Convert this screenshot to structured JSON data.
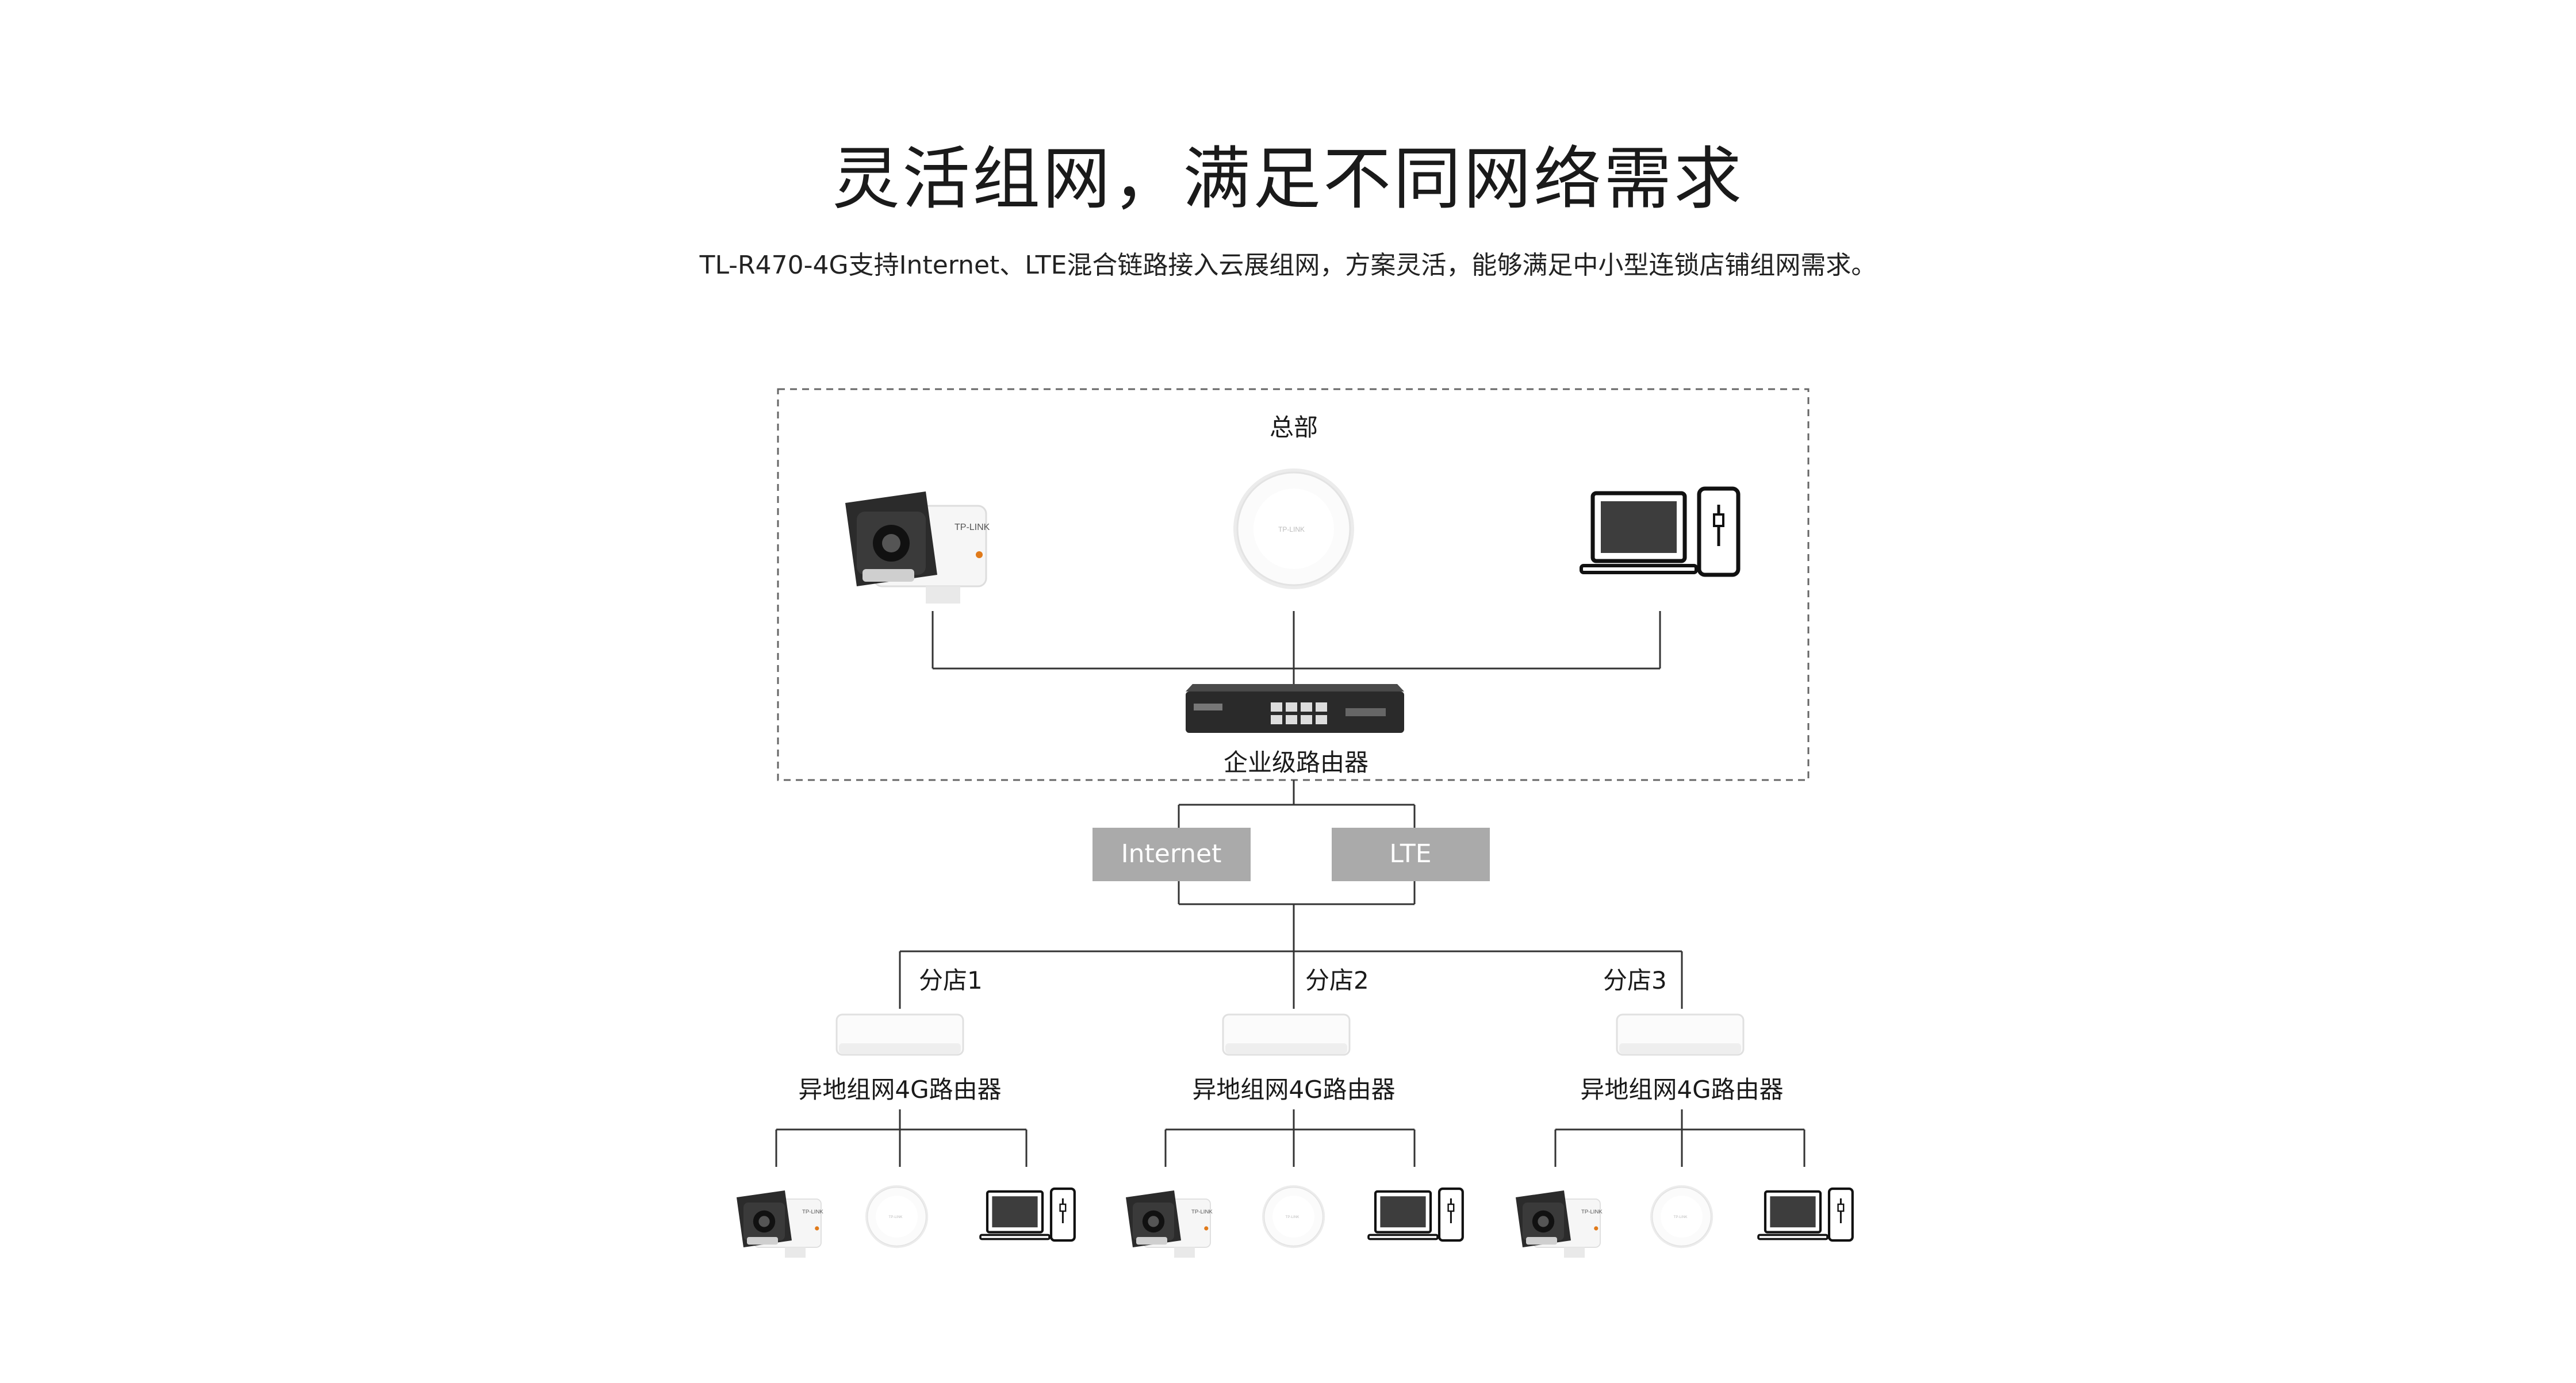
{
  "header": {
    "title": "灵活组网，满足不同网络需求",
    "subtitle": "TL-R470-4G支持Internet、LTE混合链路接入云展组网，方案灵活，能够满足中小型连锁店铺组网需求。"
  },
  "headquarters": {
    "label": "总部",
    "router_label": "企业级路由器",
    "devices": [
      "camera-icon",
      "access-point-icon",
      "computer-icon"
    ]
  },
  "links": {
    "internet": "Internet",
    "lte": "LTE"
  },
  "branches": [
    {
      "label": "分店1",
      "router_label": "异地组网4G路由器"
    },
    {
      "label": "分店2",
      "router_label": "异地组网4G路由器"
    },
    {
      "label": "分店3",
      "router_label": "异地组网4G路由器"
    }
  ],
  "colors": {
    "line": "#333333",
    "link_box": "#aaaaaa",
    "dashed_border": "#666666"
  }
}
